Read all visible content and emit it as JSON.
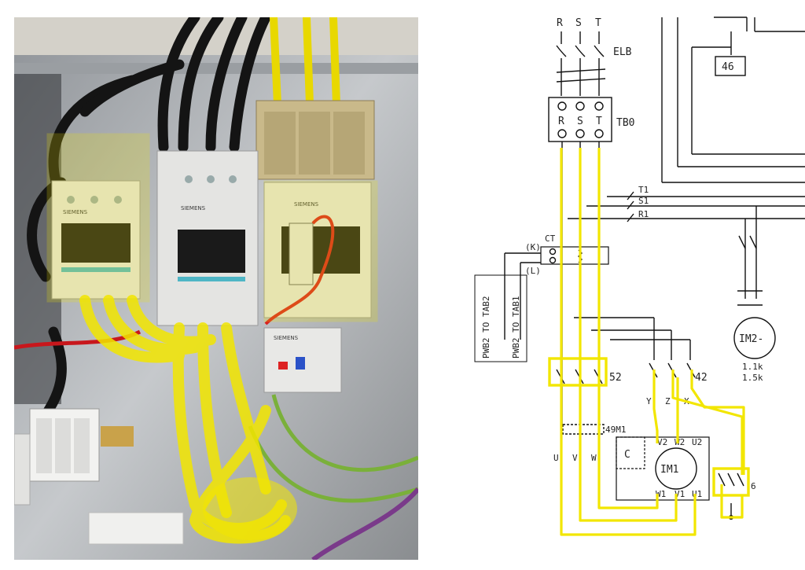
{
  "photo": {
    "brand_labels": [
      "SIEMENS",
      "SIEMENS",
      "SIEMENS",
      "SIEMENS"
    ],
    "colors": {
      "highlight": "#f2e600",
      "panel": "#b9bdc1",
      "contactor": "#e4e4e2",
      "wire_black": "#141414"
    }
  },
  "schematic": {
    "supply": {
      "phases": [
        "R",
        "S",
        "T"
      ],
      "breaker": "ELB"
    },
    "terminal_block": {
      "label": "TB0",
      "terminals": [
        "R",
        "S",
        "T"
      ]
    },
    "relay_box": "46",
    "control_lines": [
      "T1",
      "S1",
      "R1"
    ],
    "current_transformer": {
      "label": "CT",
      "k": "(K)",
      "l": "(L)"
    },
    "tab_labels": [
      "PWB2 TO TAB2",
      "PWB2 TO TAB1"
    ],
    "contactors": [
      "52",
      "42",
      "6"
    ],
    "overload": "49M1",
    "winding_labels": [
      "Y",
      "Z",
      "X"
    ],
    "output_labels": [
      "U",
      "V",
      "W"
    ],
    "capacitor": "C",
    "motor": {
      "label": "IM1",
      "terminals": [
        "V2",
        "W2",
        "U2",
        "W1",
        "V1",
        "U1"
      ]
    },
    "fan_motor": {
      "label": "IM2-",
      "ratings": [
        "1.1k",
        "1.5k"
      ]
    },
    "colors": {
      "highlight": "#f2e600",
      "line": "#111111"
    }
  }
}
